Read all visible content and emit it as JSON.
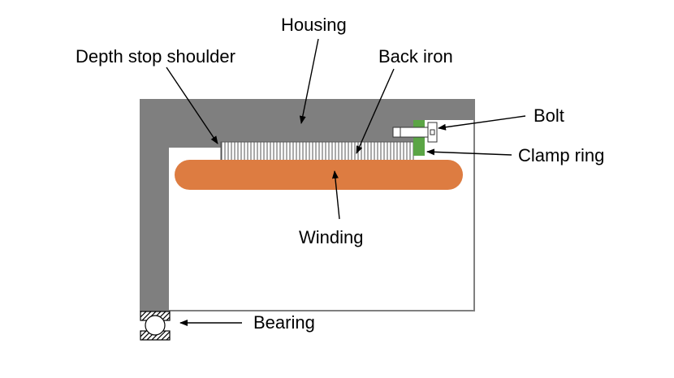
{
  "labels": {
    "housing": "Housing",
    "depth_stop_shoulder": "Depth stop shoulder",
    "back_iron": "Back iron",
    "bolt": "Bolt",
    "clamp_ring": "Clamp ring",
    "winding": "Winding",
    "bearing": "Bearing"
  },
  "colors": {
    "housing": "#7f7f7f",
    "winding": "#dd7c41",
    "clamp_ring": "#5ba545",
    "outline": "#000000"
  }
}
